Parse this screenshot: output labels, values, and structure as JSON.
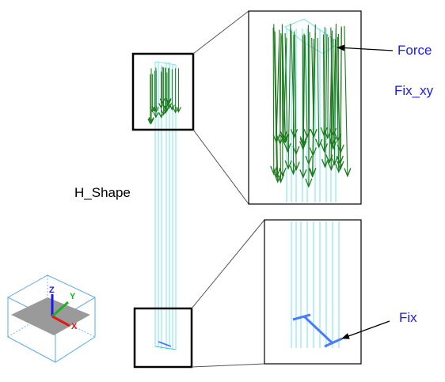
{
  "labels": {
    "model_name": "H_Shape",
    "force": "Force",
    "fix_xy": "Fix_xy",
    "fix": "Fix"
  },
  "axes": {
    "z": "Z",
    "y": "Y",
    "x": "X"
  },
  "colors": {
    "label_blue": "#1a1aff",
    "beam": "#7fe6ee",
    "beam_dark": "#3cbfd0",
    "force_arrow": "#1e7a1e",
    "fix_bar": "#4a7cff",
    "frame": "#000000",
    "leader": "#555555",
    "triad_plane": "#9a9a9a",
    "cube_edge": "#5aa8e8",
    "axis_z": "#1a1aee",
    "axis_y": "#1db31d",
    "axis_x": "#e01a1a"
  }
}
